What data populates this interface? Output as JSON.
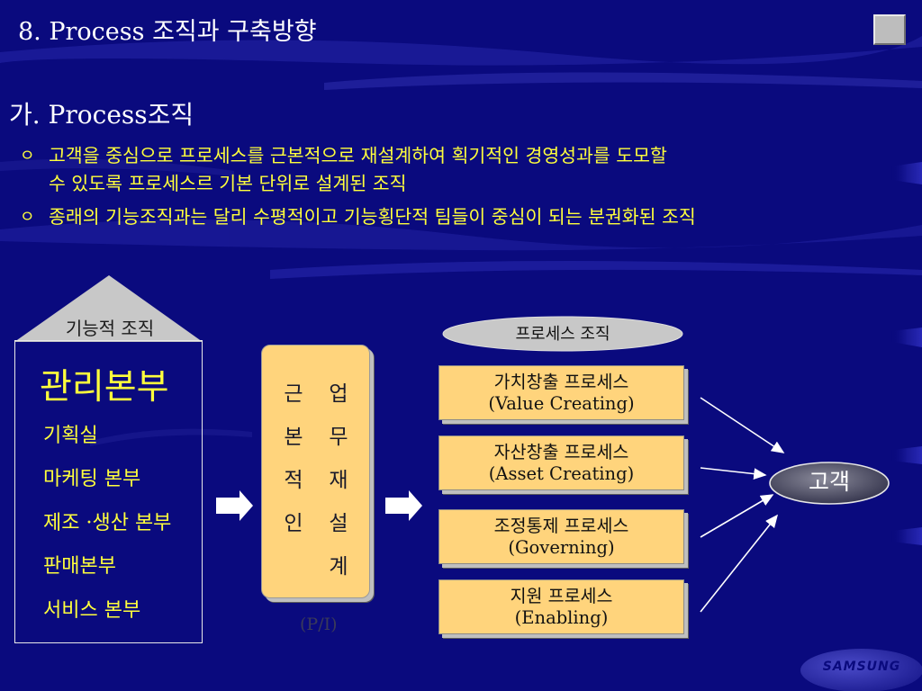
{
  "slide": {
    "title": "8. Process 조직과 구축방향",
    "next_button_icon": "play-triangle-icon",
    "section_heading": "가. Process조직"
  },
  "bullets": [
    {
      "mark": "ㅇ",
      "line1": "고객을 중심으로 프로세스를 근본적으로 재설계하여 획기적인 경영성과를 도모할",
      "line2": "수 있도록 프로세스르 기본 단위로 설계된 조직"
    },
    {
      "mark": "ㅇ",
      "line1": "종래의 기능조직과는 달리 수평적이고 기능횡단적 팀들이 중심이 되는 분권화된 조직"
    }
  ],
  "functional_org": {
    "label": "기능적 조직",
    "main": "관리본부",
    "items": [
      "기획실",
      "마케팅 본부",
      "제조 ·생산 본부",
      "판매본부",
      "서비스 본부"
    ]
  },
  "fundamental_box": {
    "col_left": [
      "근",
      "본",
      "적",
      "인"
    ],
    "col_right": [
      "업",
      "무",
      "재",
      "설",
      "계"
    ],
    "caption": "(P/I)"
  },
  "process_org": {
    "label": "프로세스 조직",
    "processes": [
      {
        "ko": "가치창출 프로세스",
        "en": "(Value Creating)"
      },
      {
        "ko": "자산창출 프로세스",
        "en": "(Asset Creating)"
      },
      {
        "ko": "조정통제 프로세스",
        "en": "(Governing)"
      },
      {
        "ko": "지원 프로세스",
        "en": "(Enabling)"
      }
    ]
  },
  "customer": {
    "label": "고객"
  },
  "logo": {
    "text": "SAMSUNG"
  },
  "colors": {
    "background": "#0a0a7e",
    "highlight_text": "#ffff3c",
    "box_fill": "#ffd47c",
    "ellipse_fill": "#c8c8c8"
  }
}
